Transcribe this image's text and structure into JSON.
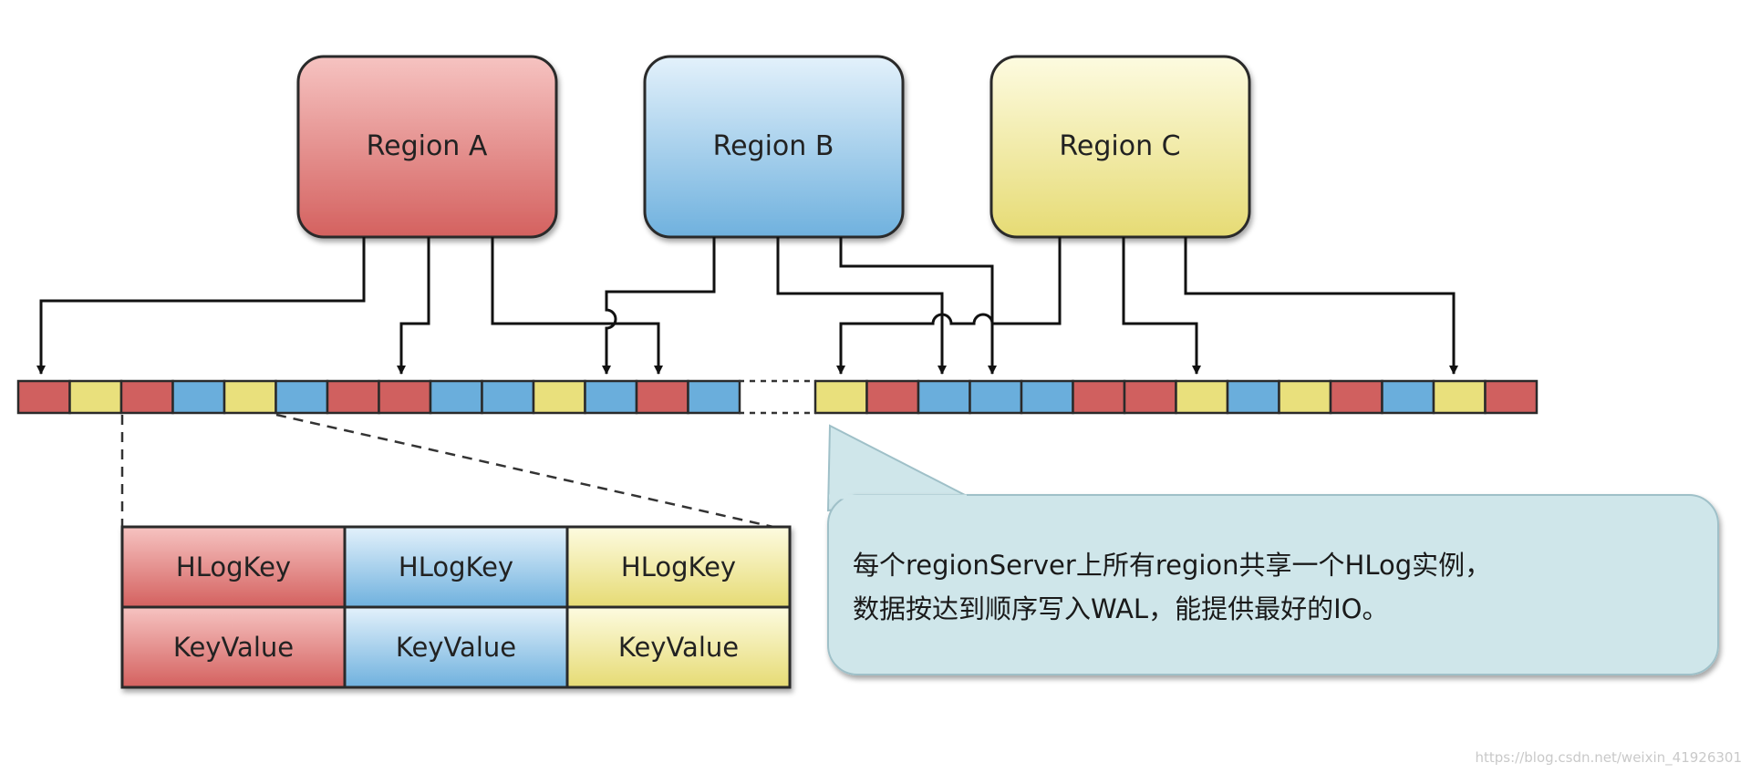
{
  "regions": [
    {
      "id": "a",
      "label": "Region A",
      "color": "red"
    },
    {
      "id": "b",
      "label": "Region B",
      "color": "blue"
    },
    {
      "id": "c",
      "label": "Region C",
      "color": "yellow"
    }
  ],
  "palette": {
    "red": "#d0605f",
    "red_light": "#f4b3b1",
    "blue": "#6aaedc",
    "blue_light": "#cfe6f6",
    "yellow": "#e9e07c",
    "yellow_light": "#fbf7cc",
    "stroke": "#2a2a2a",
    "callout_fill": "#cfe6ea",
    "callout_stroke": "#9fc0c8"
  },
  "log_cells_left": [
    "red",
    "yellow",
    "red",
    "blue",
    "yellow",
    "blue",
    "red",
    "red",
    "blue",
    "blue",
    "yellow",
    "blue",
    "red",
    "blue"
  ],
  "log_cells_right": [
    "yellow",
    "red",
    "blue",
    "blue",
    "blue",
    "red",
    "red",
    "yellow",
    "blue",
    "yellow",
    "red",
    "blue",
    "yellow",
    "red"
  ],
  "entry_table": {
    "rows": [
      [
        "HLogKey",
        "HLogKey",
        "HLogKey"
      ],
      [
        "KeyValue",
        "KeyValue",
        "KeyValue"
      ]
    ],
    "column_colors": [
      "red",
      "blue",
      "yellow"
    ]
  },
  "callout": {
    "lines": [
      "每个regionServer上所有region共享一个HLog实例，",
      "数据按达到顺序写入WAL，能提供最好的IO。"
    ]
  },
  "watermark": "https://blog.csdn.net/weixin_41926301"
}
